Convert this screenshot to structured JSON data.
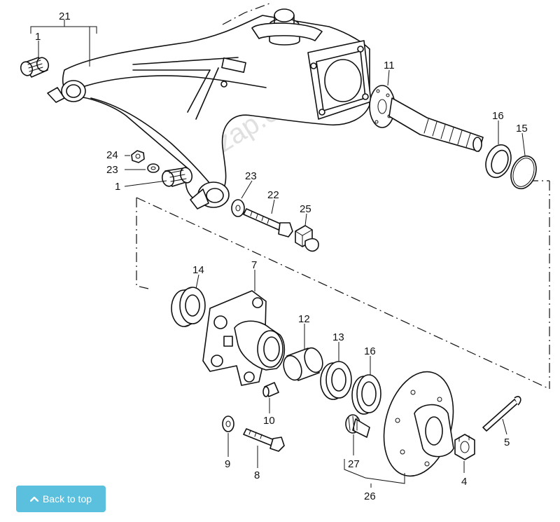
{
  "labels": {
    "p21": "21",
    "p1a": "1",
    "p24": "24",
    "p23a": "23",
    "p1b": "1",
    "p23b": "23",
    "p22": "22",
    "p25": "25",
    "p11": "11",
    "p16a": "16",
    "p15": "15",
    "p14": "14",
    "p7": "7",
    "p12": "12",
    "p13": "13",
    "p16b": "16",
    "p10": "10",
    "p9": "9",
    "p8": "8",
    "p27": "27",
    "p26": "26",
    "p4": "4",
    "p5": "5"
  },
  "back_to_top": {
    "label": "Back to top",
    "icon": "chevron-up-icon"
  },
  "colors": {
    "button": "#5bc0de",
    "ink": "#111111"
  }
}
